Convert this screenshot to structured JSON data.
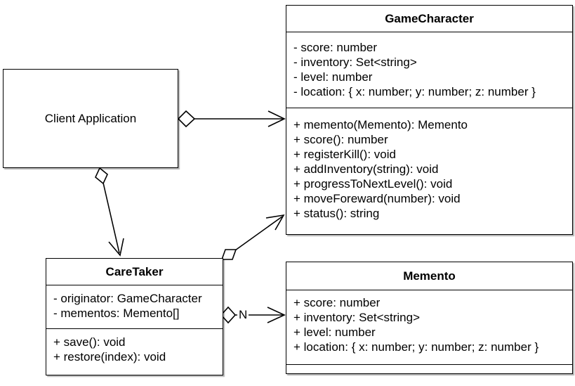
{
  "canvas": {
    "background": "#ffffff",
    "stroke": "#000000",
    "text_color": "#000000"
  },
  "classes": {
    "client": {
      "title": "Client Application"
    },
    "game_character": {
      "title": "GameCharacter",
      "attributes": [
        "- score: number",
        "- inventory: Set<string>",
        "- level: number",
        "- location: { x: number; y: number; z: number }"
      ],
      "methods": [
        "+ memento(Memento): Memento",
        "+ score(): number",
        "+ registerKill(): void",
        "+ addInventory(string): void",
        "+ progressToNextLevel(): void",
        "+ moveForeward(number): void",
        "+ status(): string"
      ]
    },
    "care_taker": {
      "title": "CareTaker",
      "attributes": [
        "- originator: GameCharacter",
        "- mementos: Memento[]"
      ],
      "methods": [
        "+ save(): void",
        "+ restore(index): void"
      ]
    },
    "memento": {
      "title": "Memento",
      "attributes": [
        "+ score: number",
        "+ inventory: Set<string>",
        "+ level: number",
        "+ location: { x: number; y: number; z: number }"
      ],
      "methods": []
    }
  },
  "connectors": [
    {
      "from": "Client Application",
      "to": "GameCharacter",
      "type": "aggregation",
      "arrowhead": "open",
      "label": ""
    },
    {
      "from": "Client Application",
      "to": "CareTaker",
      "type": "aggregation",
      "arrowhead": "open",
      "label": ""
    },
    {
      "from": "CareTaker",
      "to": "GameCharacter",
      "type": "aggregation",
      "arrowhead": "open",
      "label": ""
    },
    {
      "from": "CareTaker",
      "to": "Memento",
      "type": "aggregation",
      "arrowhead": "open",
      "label": "N"
    }
  ]
}
